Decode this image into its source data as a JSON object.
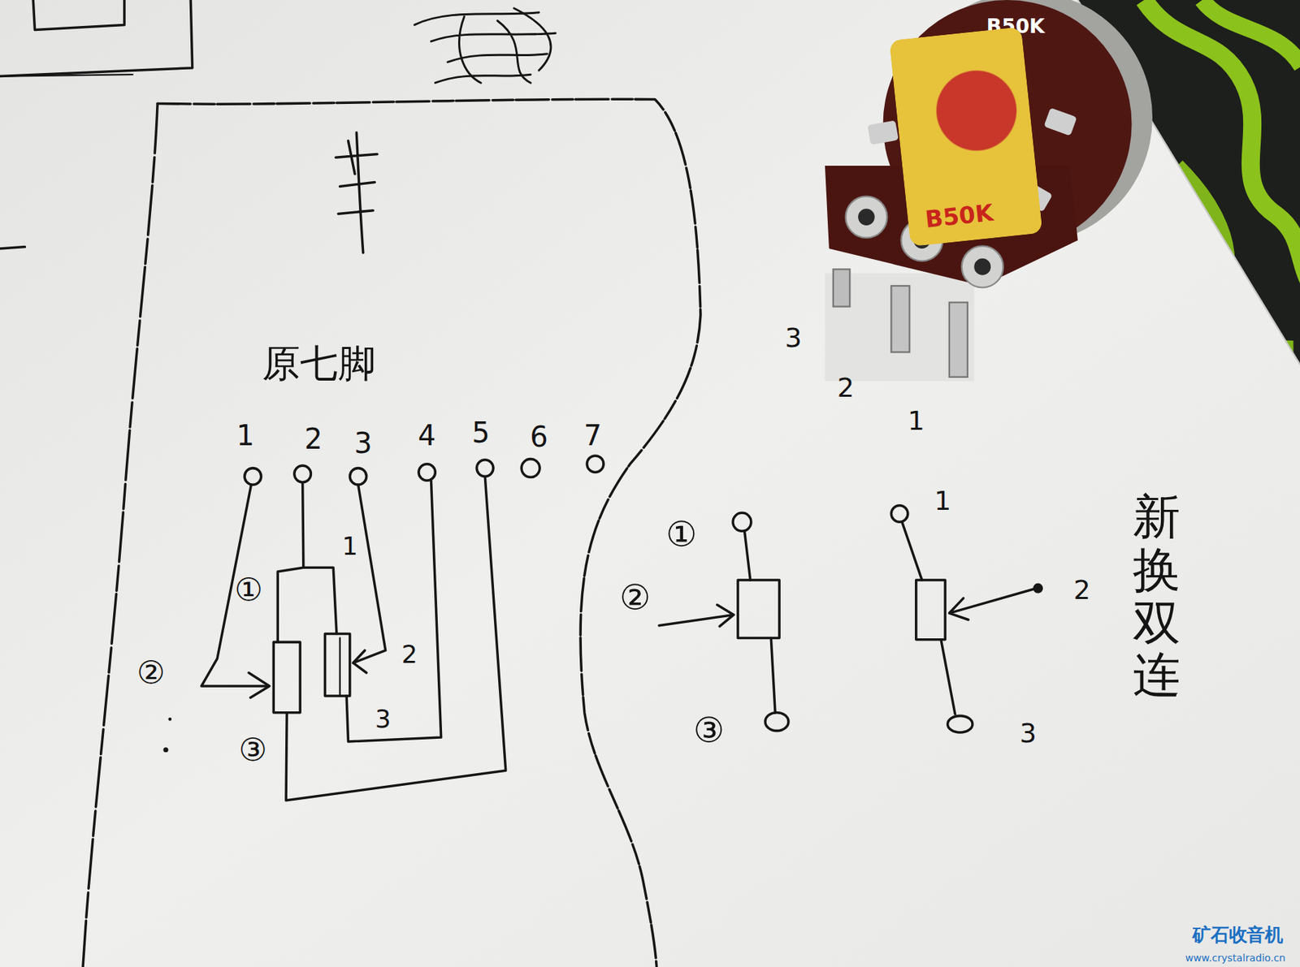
{
  "diagram": {
    "nodes": [
      {
        "text": [
          "B50K"
        ]
      },
      {
        "text": [
          "B50K"
        ],
        "in": 0
      }
    ],
    "labels": [
      "原七脚",
      "1",
      "2",
      "3",
      "4",
      "5",
      "6",
      "7",
      "①",
      "②",
      "③",
      "1",
      "2",
      "3",
      "①",
      "②",
      "③",
      "1",
      "2",
      "3",
      "3",
      "2",
      "1",
      "新换双连",
      "矿石收音机",
      "www.crystalradio.cn"
    ]
  }
}
